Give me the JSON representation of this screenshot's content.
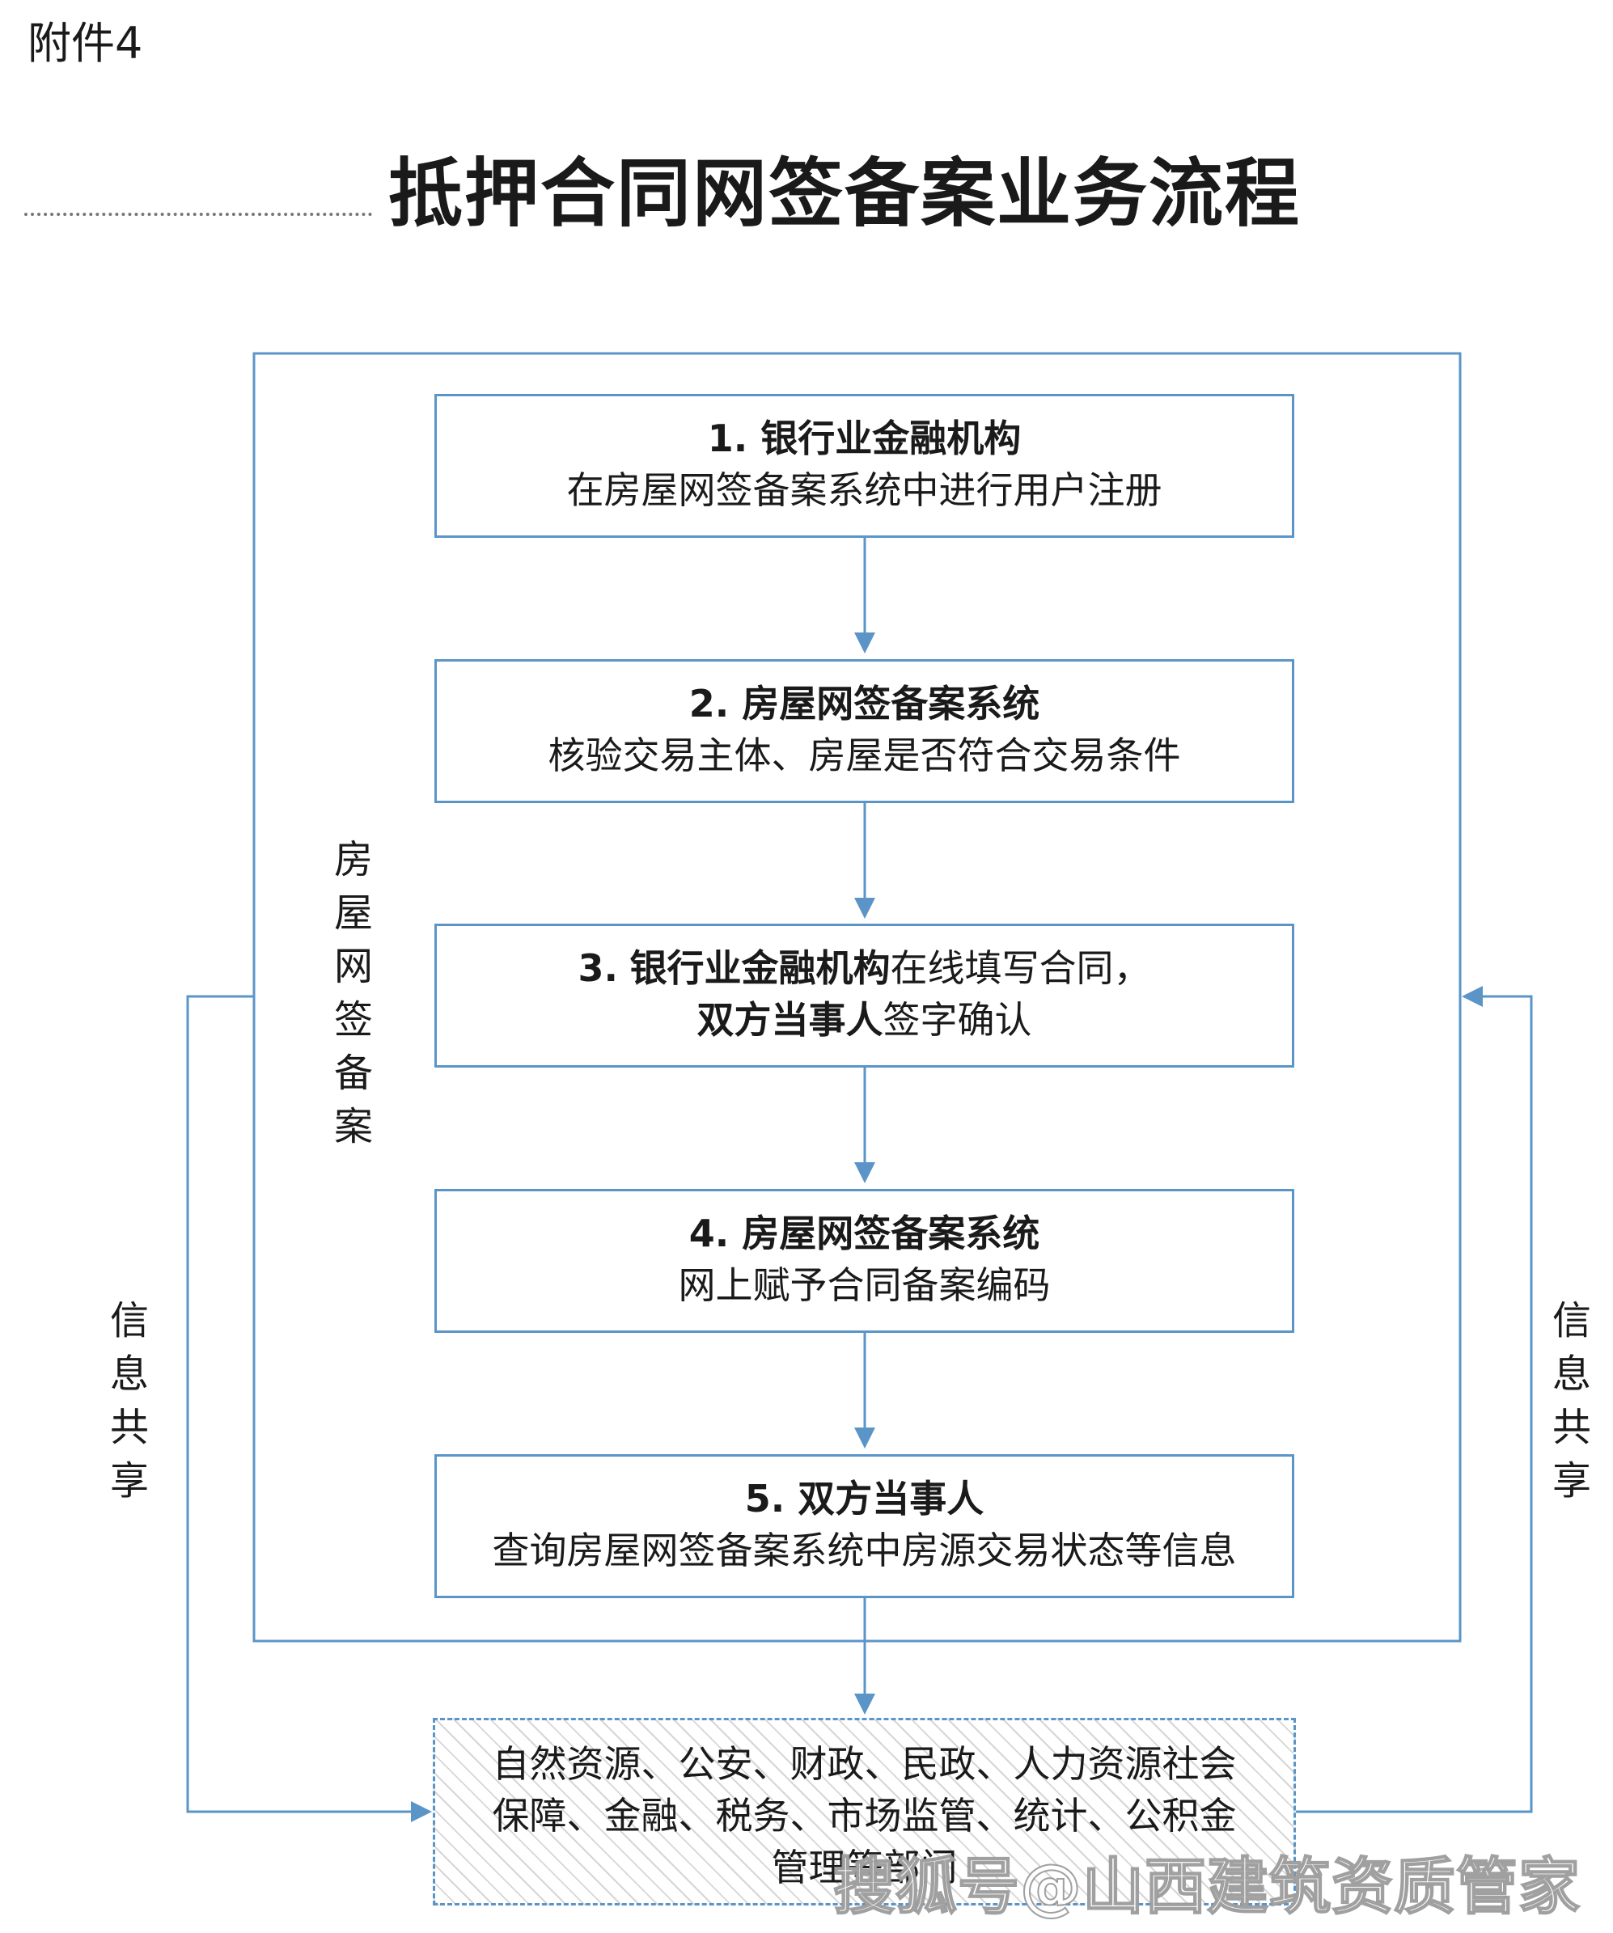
{
  "attachment_label": "附件4",
  "title": "抵押合同网签备案业务流程",
  "frame_label": [
    "房",
    "屋",
    "网",
    "签",
    "备",
    "案"
  ],
  "left_label": [
    "信",
    "息",
    "共",
    "享"
  ],
  "right_label": [
    "信",
    "息",
    "共",
    "享"
  ],
  "steps": [
    {
      "num": "1.",
      "actor": "银行业金融机构",
      "desc": "在房屋网签备案系统中进行用户注册"
    },
    {
      "num": "2.",
      "actor": "房屋网签备案系统",
      "desc": "核验交易主体、房屋是否符合交易条件"
    },
    {
      "num": "3.",
      "actor": "银行业金融机构",
      "action": "在线填写合同，",
      "actor2": "双方当事人",
      "action2": "签字确认"
    },
    {
      "num": "4.",
      "actor": "房屋网签备案系统",
      "desc": "网上赋予合同备案编码"
    },
    {
      "num": "5.",
      "actor": "双方当事人",
      "desc": "查询房屋网签备案系统中房源交易状态等信息"
    }
  ],
  "agencies": [
    "自然资源、公安、财政、民政、人力资源社会",
    "保障、金融、税务、市场监管、统计、公积金",
    "管理等部门"
  ],
  "watermark": "搜狐号@山西建筑资质管家",
  "colors": {
    "line": "#5b95c8",
    "text": "#1a1a1a"
  }
}
